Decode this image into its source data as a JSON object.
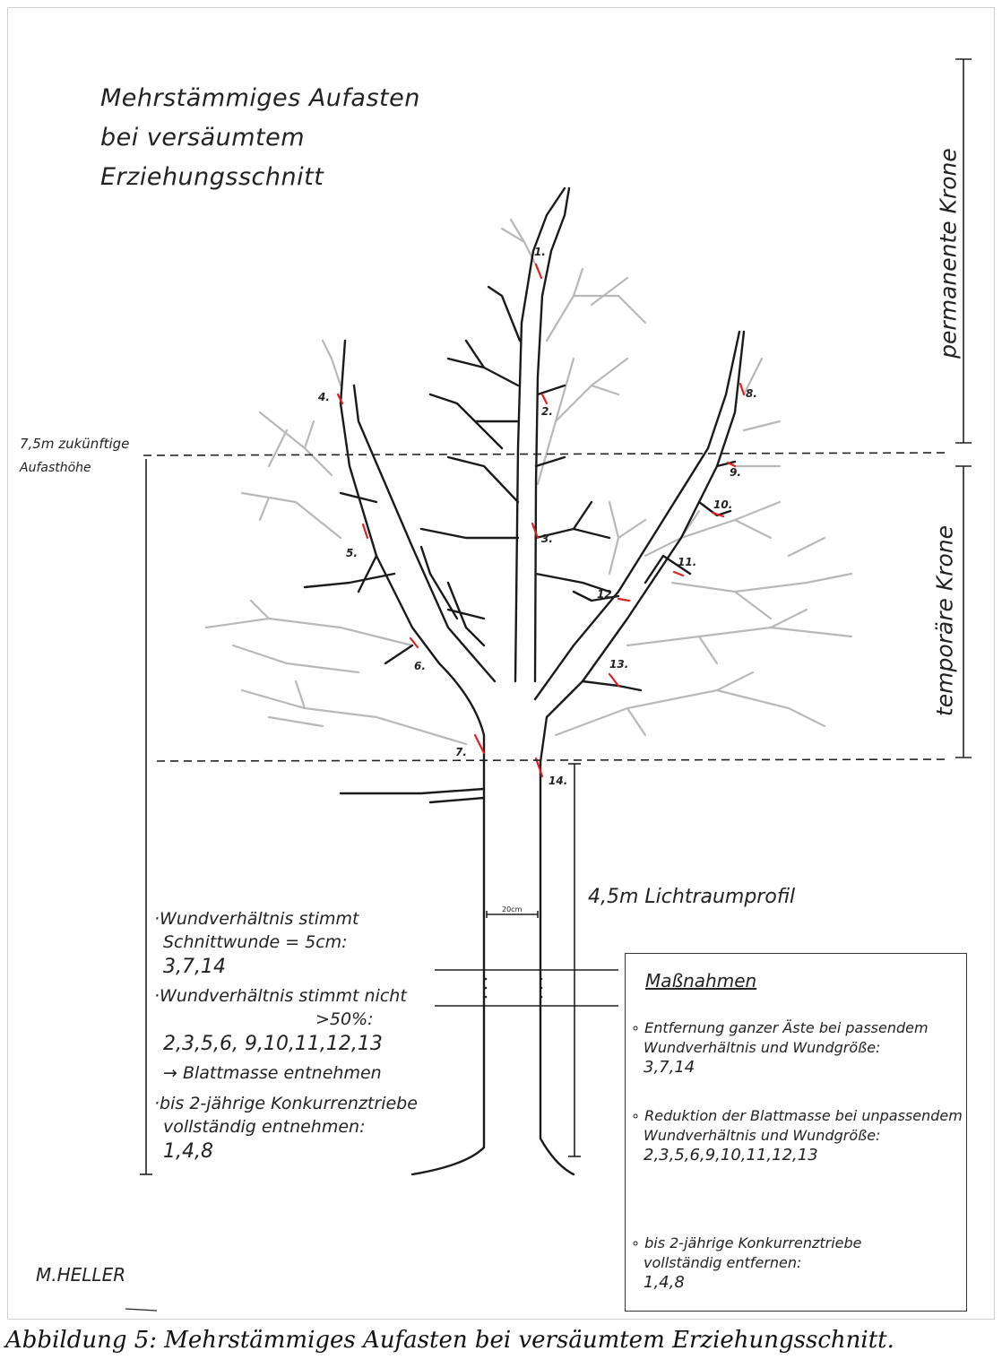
{
  "title": {
    "line1": "Mehrstämmiges Aufasten",
    "line2": "bei versäumtem",
    "line3": "Erziehungsschnitt"
  },
  "labels": {
    "future_height_line1": "7,5m zukünftige",
    "future_height_line2": "Aufasthöhe",
    "permanent_crown": "permanente Krone",
    "temporary_crown": "temporäre Krone",
    "clearance": "4,5m Lichtraumprofil",
    "trunk_width": "20cm",
    "signature": "M.HELLER"
  },
  "cut_numbers": [
    "1.",
    "2.",
    "3.",
    "4.",
    "5.",
    "6.",
    "7.",
    "8.",
    "9.",
    "10.",
    "11.",
    "12.",
    "13.",
    "14."
  ],
  "notes": {
    "n1_line1": "·Wundverhältnis stimmt",
    "n1_line2": "Schnittwunde = 5cm:",
    "n1_nums": "3,7,14",
    "n2_line1": "·Wundverhältnis stimmt nicht",
    "n2_line2": ">50%:",
    "n2_nums": "2,3,5,6, 9,10,11,12,13",
    "n2_arrow": "→ Blattmasse entnehmen",
    "n3_line1": "·bis 2-jährige Konkurrenztriebe",
    "n3_line2": "vollständig entnehmen:",
    "n3_nums": "1,4,8"
  },
  "box": {
    "heading": "Maßnahmen",
    "i1_line1": "∘ Entfernung ganzer Äste bei passendem",
    "i1_line2": "Wundverhältnis und Wundgröße:",
    "i1_nums": "3,7,14",
    "i2_line1": "∘ Reduktion der Blattmasse bei unpassendem",
    "i2_line2": "Wundverhältnis und Wundgröße:",
    "i2_nums": "2,3,5,6,9,10,11,12,13",
    "i3_line1": "∘ bis 2-jährige Konkurrenztriebe",
    "i3_line2": "vollständig entfernen:",
    "i3_nums": "1,4,8"
  },
  "caption": "Abbildung 5: Mehrstämmiges Aufasten bei versäumtem Erziehungsschnitt.",
  "colors": {
    "ink": "#1a1a1a",
    "grey_branches": "#b5b5b5",
    "cut_marks": "#e02020"
  }
}
